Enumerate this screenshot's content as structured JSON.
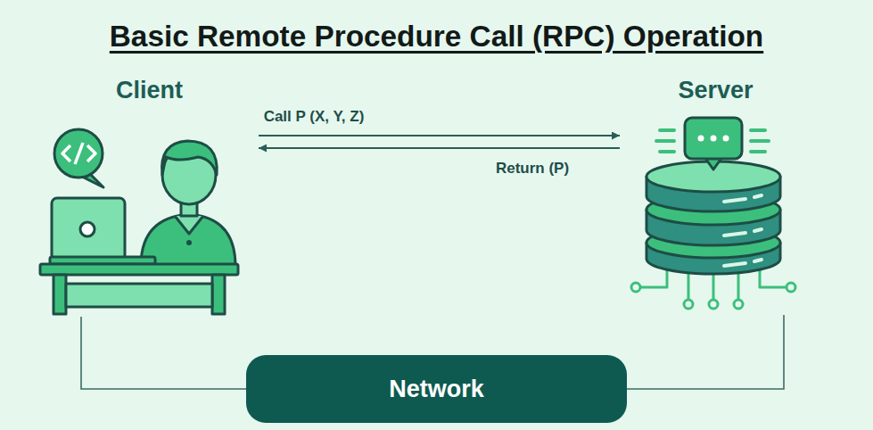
{
  "diagram": {
    "title": "Basic Remote Procedure Call (RPC) Operation",
    "nodes": [
      {
        "text": [
          "Client"
        ]
      },
      {
        "text": [
          "Server"
        ]
      },
      {
        "text": [
          "Network"
        ]
      }
    ],
    "edges": [
      {
        "from": 0,
        "to": 1,
        "arrow": "to",
        "label": "Call P (X, Y, Z)"
      },
      {
        "from": 1,
        "to": 0,
        "arrow": "to",
        "label": "Return (P)"
      },
      {
        "from": 0,
        "to": 2,
        "arrow": "none"
      },
      {
        "from": 1,
        "to": 2,
        "arrow": "none"
      }
    ]
  }
}
